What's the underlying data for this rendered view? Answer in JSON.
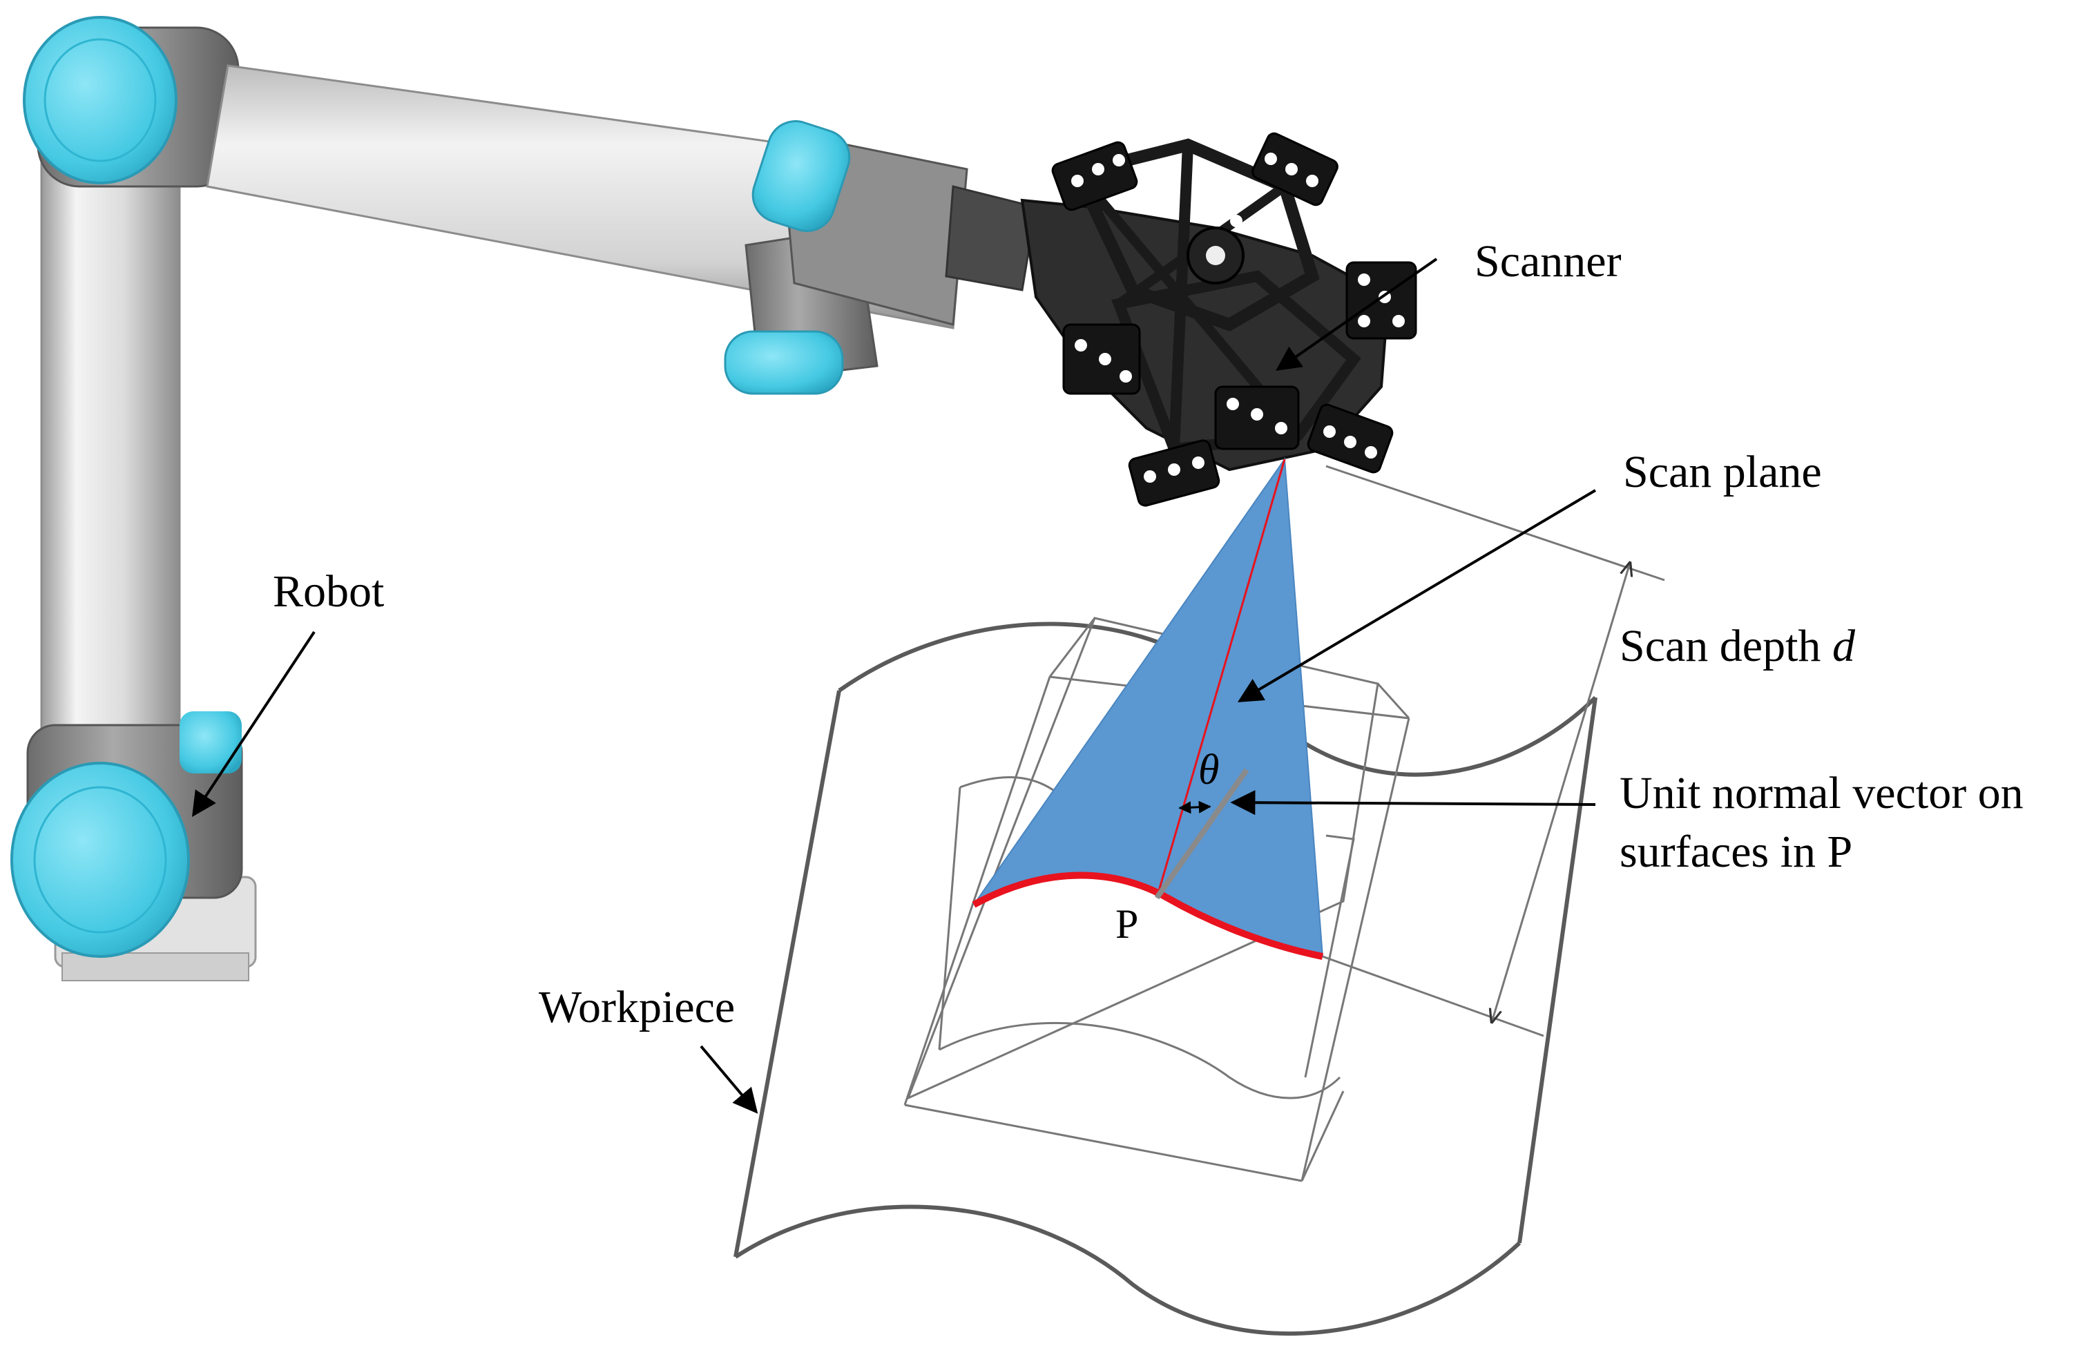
{
  "labels": {
    "scanner": "Scanner",
    "scan_plane": "Scan plane",
    "scan_depth": "Scan depth ",
    "scan_depth_var": "d",
    "unit_normal_line1": "Unit normal vector on",
    "unit_normal_line2": "surfaces in P",
    "robot": "Robot",
    "workpiece": "Workpiece",
    "point": "P",
    "angle": "θ"
  },
  "colors": {
    "robot_accent": "#4fd0e8",
    "robot_body": "#d6d6d6",
    "scanner_body": "#2b2b2b",
    "scan_plane_fill": "#5b97d1",
    "scan_line": "#e8131e",
    "outline": "#555555"
  }
}
